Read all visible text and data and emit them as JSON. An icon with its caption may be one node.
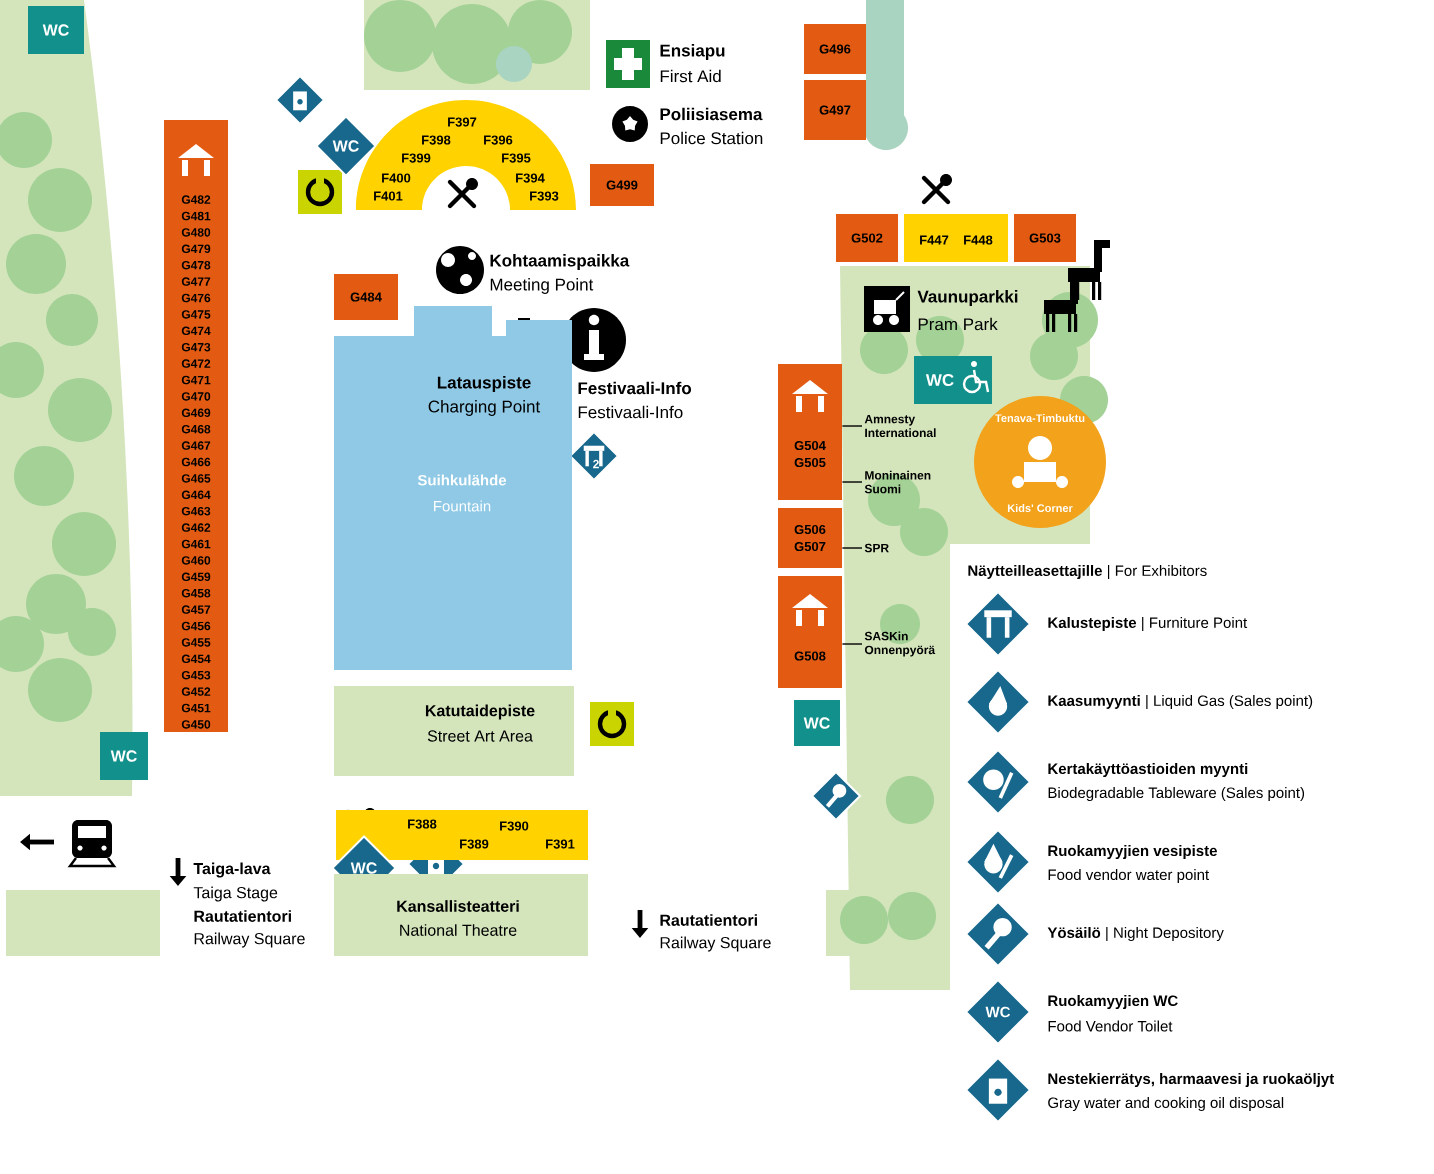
{
  "diagram": {
    "nodes": [
      {
        "text": [
          "WC"
        ]
      },
      {
        "text": [
          "G482",
          "G481",
          "G480",
          "G479",
          "G478",
          "G477",
          "G476",
          "G475",
          "G474",
          "G473",
          "G472",
          "G471",
          "G470",
          "G469",
          "G468",
          "G467",
          "G466",
          "G465",
          "G464",
          "G463",
          "G462",
          "G461",
          "G460",
          "G459",
          "G458",
          "G457",
          "G456",
          "G455",
          "G454",
          "G453",
          "G452",
          "G451",
          "G450"
        ]
      },
      {
        "text": [
          "WC"
        ]
      },
      {
        "text": [
          "F397",
          "F398",
          "F396",
          "F399",
          "F395",
          "F400",
          "F394",
          "F401",
          "F393"
        ]
      },
      {
        "text": [
          "G499"
        ]
      },
      {
        "text": [
          "G484"
        ]
      },
      {
        "text": [
          "Suihkulähde",
          "Fountain"
        ]
      },
      {
        "text": [
          "WC"
        ]
      },
      {
        "text": [
          "Katutaidepiste",
          "Street Art Area"
        ]
      },
      {
        "text": [
          "F388",
          "F389",
          "F390",
          "F391"
        ]
      },
      {
        "text": [
          "WC"
        ]
      },
      {
        "text": [
          "Kansallisteatteri",
          "National Theatre"
        ]
      },
      {
        "text": [
          "G496"
        ]
      },
      {
        "text": [
          "G497"
        ]
      },
      {
        "text": [
          "G502"
        ]
      },
      {
        "text": [
          "F447",
          "F448"
        ]
      },
      {
        "text": [
          "G503"
        ]
      },
      {
        "text": [
          "WC"
        ]
      },
      {
        "text": [
          "G504",
          "G505"
        ]
      },
      {
        "text": [
          "Tenava-Timbuktu",
          "Kids' Corner"
        ]
      },
      {
        "text": [
          "G506",
          "G507"
        ]
      },
      {
        "text": [
          "G508"
        ]
      },
      {
        "text": [
          "WC"
        ]
      },
      {
        "text": [
          "Amnesty International"
        ]
      },
      {
        "text": [
          "Moninainen Suomi"
        ]
      },
      {
        "text": [
          "SPR"
        ]
      },
      {
        "text": [
          "SASKin Onnenpyörä"
        ]
      }
    ],
    "edges": [
      {
        "from": 18,
        "to": 23,
        "arrow": "none"
      },
      {
        "from": 18,
        "to": 24,
        "arrow": "none"
      },
      {
        "from": 20,
        "to": 25,
        "arrow": "none"
      },
      {
        "from": 21,
        "to": 26,
        "arrow": "none"
      }
    ],
    "labels": [
      "Ensiapu",
      "First Aid",
      "Poliisiasema",
      "Police Station",
      "Kohtaamispaikka",
      "Meeting Point",
      "Latauspiste",
      "Charging Point",
      "Festivaali-Info",
      "Festivaali-Info",
      "2",
      "Vaunuparkki",
      "Pram Park",
      "Taiga-lava",
      "Taiga Stage",
      "Rautatientori",
      "Railway Square",
      "Rautatientori",
      "Railway Square",
      "**Näytteilleasettajille** | For Exhibitors",
      "**Kalustepiste** | Furniture Point",
      "**Kaasumyynti** | Liquid Gas (Sales point)",
      "Kertakäyttöastioiden myynti",
      "Biodegradable Tableware (Sales point)",
      "Ruokamyyjien vesipiste",
      "Food vendor water point",
      "**Yösäilö** | Night Depository",
      "WC",
      "Ruokamyyjien WC",
      "Food Vendor Toilet",
      "Nestekierrätys, harmaavesi ja ruokaöljyt",
      "Gray water and cooking oil disposal"
    ]
  }
}
